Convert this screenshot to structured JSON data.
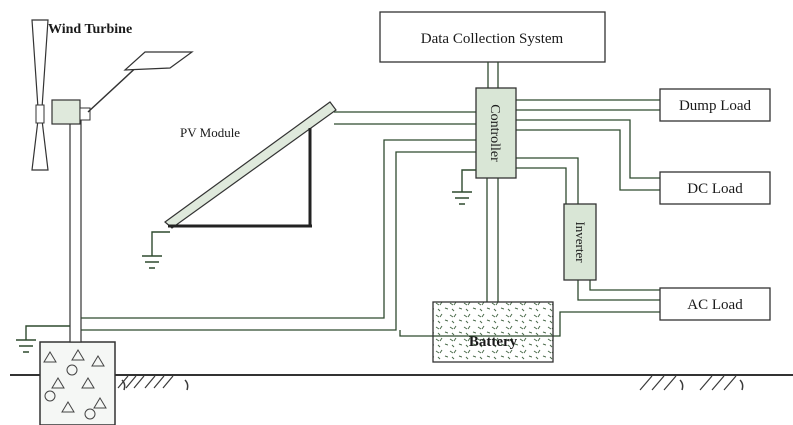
{
  "labels": {
    "wind_turbine": "Wind Turbine",
    "pv_module": "PV Module",
    "data_collection": "Data Collection System",
    "controller": "Controller",
    "inverter": "Inverter",
    "battery": "Battery",
    "dump_load": "Dump Load",
    "dc_load": "DC Load",
    "ac_load": "AC Load"
  },
  "colors": {
    "line": "#2f4a2f",
    "module_fill": "#d9e6d6",
    "battery_fill": "#e3eee0",
    "ground_hatch": "#3a3a3a"
  }
}
